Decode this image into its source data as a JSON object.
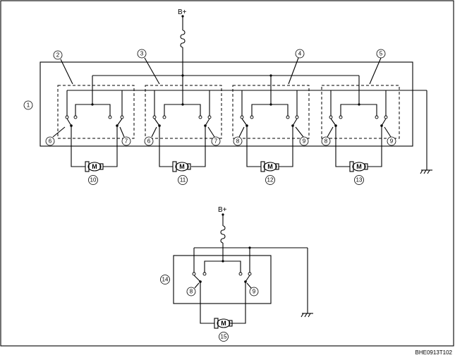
{
  "supply_label": "B+",
  "ground_symbol": "ground-icon",
  "motor_symbol": "M",
  "callouts": {
    "c1": "1",
    "c2": "2",
    "c3": "3",
    "c4": "4",
    "c5": "5",
    "c6": "6",
    "c7": "7",
    "c8": "8",
    "c9": "9",
    "c10": "10",
    "c11": "11",
    "c12": "12",
    "c13": "13",
    "c14": "14",
    "c15": "15"
  },
  "figure_code": "BHE0913T102"
}
